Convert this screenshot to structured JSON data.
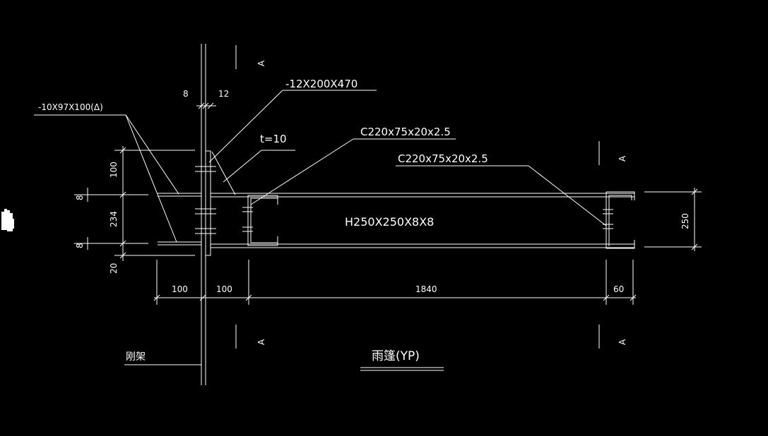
{
  "drawing": {
    "title": "雨篷(YP)",
    "frame_label": "刚架",
    "section_marks": [
      "A",
      "A",
      "A",
      "A"
    ],
    "member_labels": {
      "end_plate": "-12X200X470",
      "stiffener_tri": "-10X97X100(Δ)",
      "plate_thickness": "t=10",
      "channel_left": "C220x75x20x2.5",
      "channel_right": "C220x75x20x2.5",
      "beam": "H250X250X8X8"
    },
    "dimensions": {
      "gap_left": "8",
      "gap_right": "12",
      "top_extension": "100",
      "web_height": "234",
      "bottom_extension": "20",
      "flange_top": "8",
      "flange_bottom": "8",
      "bottom_left": "100",
      "bottom_mid": "100",
      "bottom_main": "1840",
      "bottom_end": "60",
      "right_height": "250"
    }
  }
}
